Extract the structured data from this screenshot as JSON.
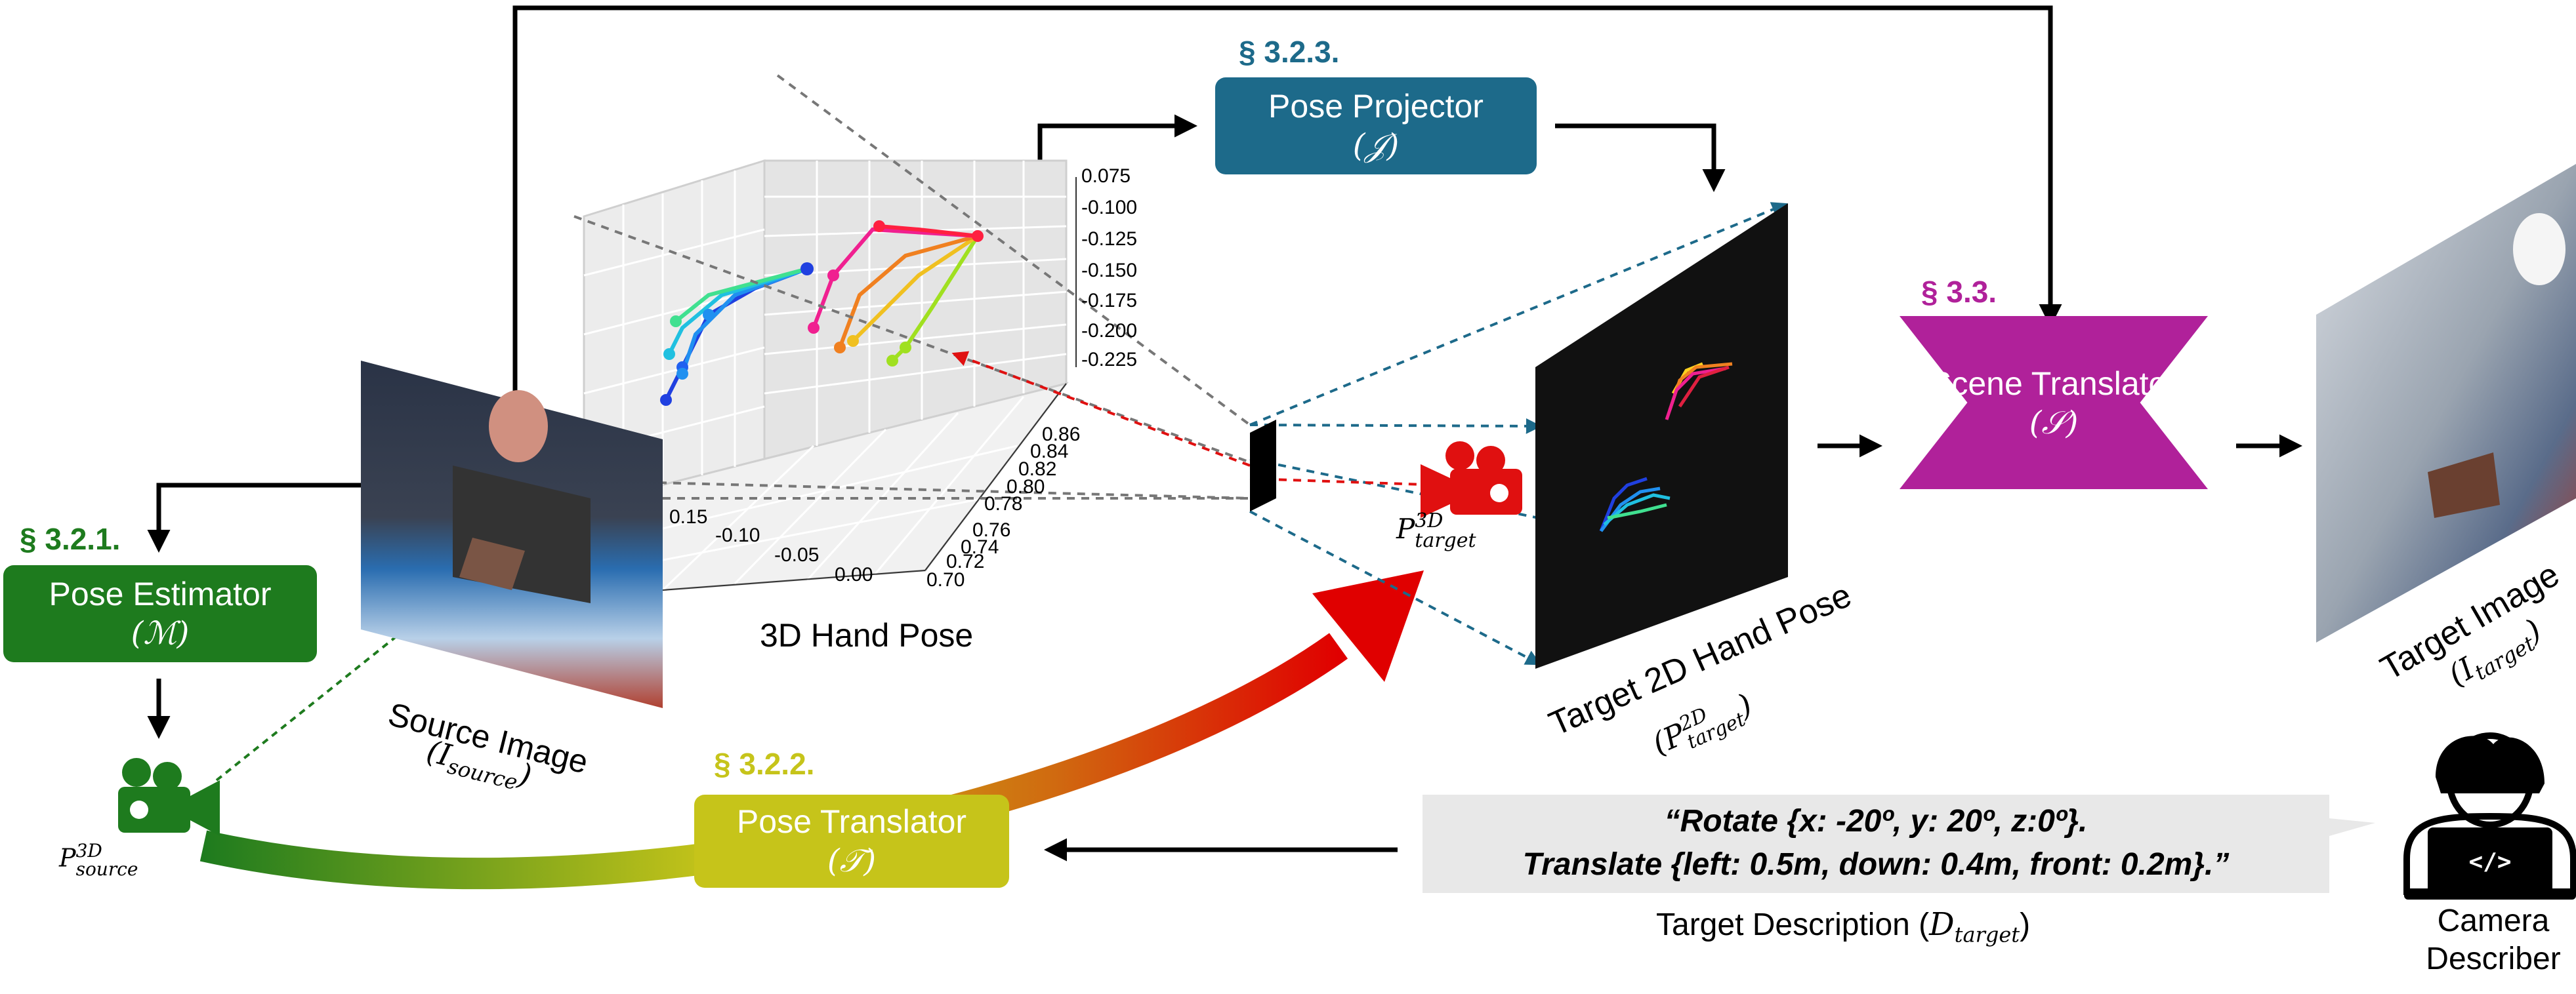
{
  "sections": {
    "pose_estimator": "§ 3.2.1.",
    "pose_translator": "§ 3.2.2.",
    "pose_projector": "§ 3.2.3.",
    "scene_translator": "§ 3.3."
  },
  "modules": {
    "pose_estimator": {
      "name": "Pose Estimator",
      "symbol": "(ℳ)"
    },
    "pose_translator": {
      "name": "Pose Translator",
      "symbol": "(𝒯)"
    },
    "pose_projector": {
      "name": "Pose Projector",
      "symbol": "(𝒥)"
    },
    "scene_translator": {
      "name": "Scene Translator",
      "symbol": "(𝒮)"
    }
  },
  "labels": {
    "source_image": "Source Image",
    "source_image_symbol": "(I_source)",
    "hand_pose_3d": "3D Hand Pose",
    "target_2d_pose": "Target 2D Hand Pose",
    "target_2d_pose_symbol": "(P^2D_target)",
    "target_image": "Target Image",
    "target_image_symbol": "(I_target)",
    "p_source": "P^3D_source",
    "p_target": "P^3D_target",
    "camera_describer": "Camera Describer",
    "target_description": "Target Description (D_target)"
  },
  "description_text": {
    "line1": "“Rotate {x: -20º, y: 20º, z:0º}.",
    "line2": "Translate {left: 0.5m, down: 0.4m, front: 0.2m}.”"
  },
  "plot3d": {
    "z_ticks": [
      "0.075",
      "-0.100",
      "-0.125",
      "-0.150",
      "-0.175",
      "-0.200",
      "-0.225"
    ],
    "y_ticks": [
      "0.86",
      "0.84",
      "0.82",
      "0.80",
      "0.78",
      "0.76",
      "0.74",
      "0.72",
      "0.70"
    ],
    "x_ticks": [
      "0.15",
      "-0.10",
      "-0.05",
      "0.00"
    ]
  },
  "colors": {
    "pose_estimator": "#1e7b1e",
    "pose_translator": "#c6c41a",
    "pose_projector": "#1d6a8a",
    "scene_translator": "#b0219a",
    "section_estimator": "#1e7b1e",
    "section_translator": "#c6c41a",
    "section_projector": "#1d6a8a",
    "section_scene": "#b0219a",
    "description_bg": "#e8e8e8"
  },
  "icons": {
    "source_camera": "camera-icon",
    "target_camera": "camera-icon",
    "describer": "person-laptop-icon"
  }
}
